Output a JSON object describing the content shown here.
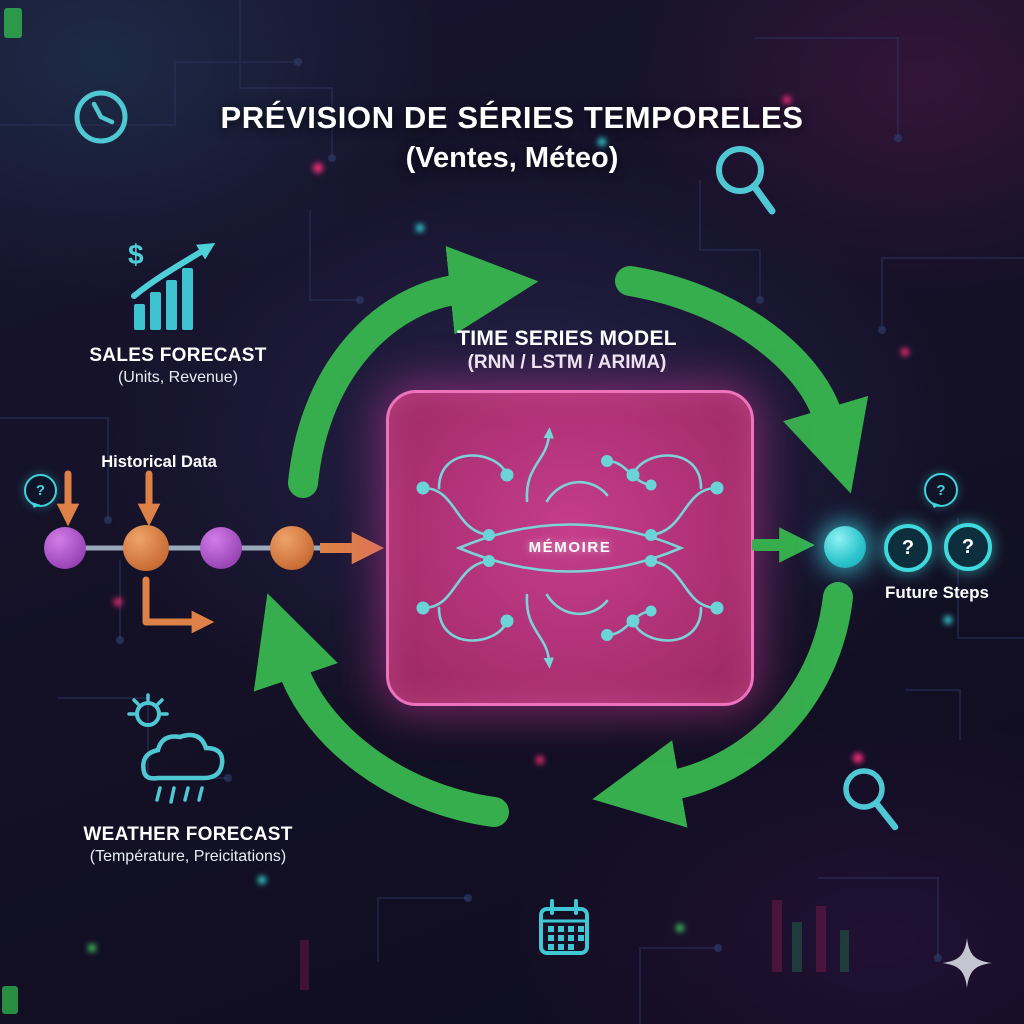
{
  "title": {
    "line1": "PRÉVISION DE SÉRIES TEMPORELES",
    "line2": "(Ventes, Méteo)"
  },
  "sales_forecast": {
    "dollar": "$",
    "label": "SALES FORECAST",
    "sublabel": "(Units, Revenue)"
  },
  "historical_data": {
    "label": "Historical Data"
  },
  "timeline": {
    "node_colors": [
      "purple",
      "orange",
      "purple",
      "orange"
    ]
  },
  "model": {
    "title": "TIME SERIES MODEL",
    "subtitle": "(RNN / LSTM / ARIMA)",
    "memory_label": "MÉMOIRE"
  },
  "future_steps": {
    "label": "Future Steps"
  },
  "weather_forecast": {
    "label": "WEATHER FORECAST",
    "sublabel": "(Température, Preicitations)"
  },
  "symbols": {
    "question_mark": "?"
  },
  "icons": [
    "clock-icon",
    "magnifier-icon-top",
    "magnifier-icon-bottom",
    "calendar-icon",
    "sparkle-icon",
    "sales-growth-chart-icon",
    "weather-cloud-icon",
    "question-bubble-left",
    "question-bubble-right"
  ],
  "colors": {
    "background": "#141126",
    "teal_accent": "#4fd0d8",
    "green_arrow": "#36ae4d",
    "orange_accent": "#dd8148",
    "purple_node": "#a052c4",
    "orange_node": "#d9813e",
    "magenta_box": "#b5337e"
  }
}
